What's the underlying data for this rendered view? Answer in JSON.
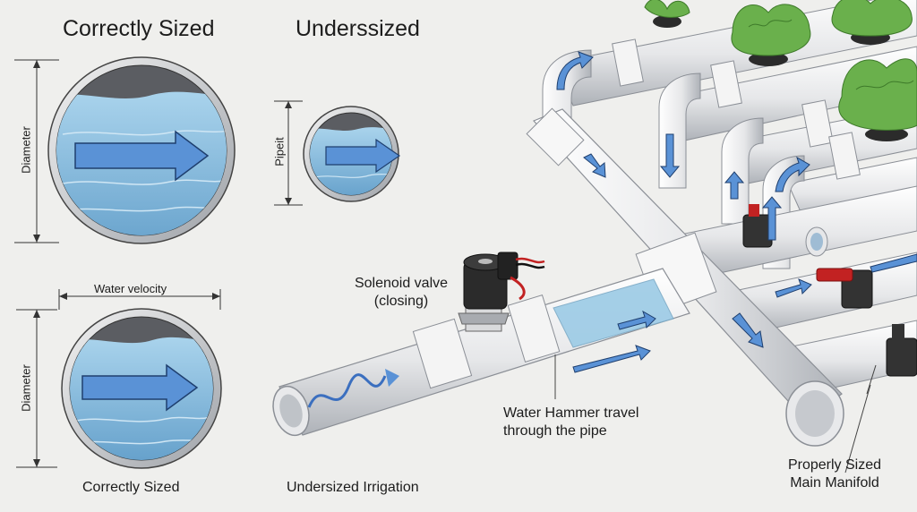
{
  "headings": {
    "correctly_sized": "Correctly Sized",
    "undersized": "Underssized"
  },
  "dimension_labels": {
    "diameter_top": "Diameter",
    "pipe_small": "Pipeit",
    "water_velocity": "Water velocity",
    "diameter_bottom": "Diameter"
  },
  "callouts": {
    "solenoid_line1": "Solenoid valve",
    "solenoid_line2": "(closing)",
    "hammer_line1": "Water Hammer travel",
    "hammer_line2": "through the pipe",
    "manifold_line1": "Properly Sized",
    "manifold_line2": "Main Manifold"
  },
  "captions": {
    "correctly_sized_bottom": "Correctly Sized",
    "undersized_irrigation": "Undersized Irrigation"
  },
  "colors": {
    "pipe": "#f4f4f4",
    "pipe_shade": "#c9ccd0",
    "water": "#8fc0de",
    "arrow": "#5a92d6",
    "valve_red": "#c22222",
    "leaf": "#6ab04c"
  }
}
